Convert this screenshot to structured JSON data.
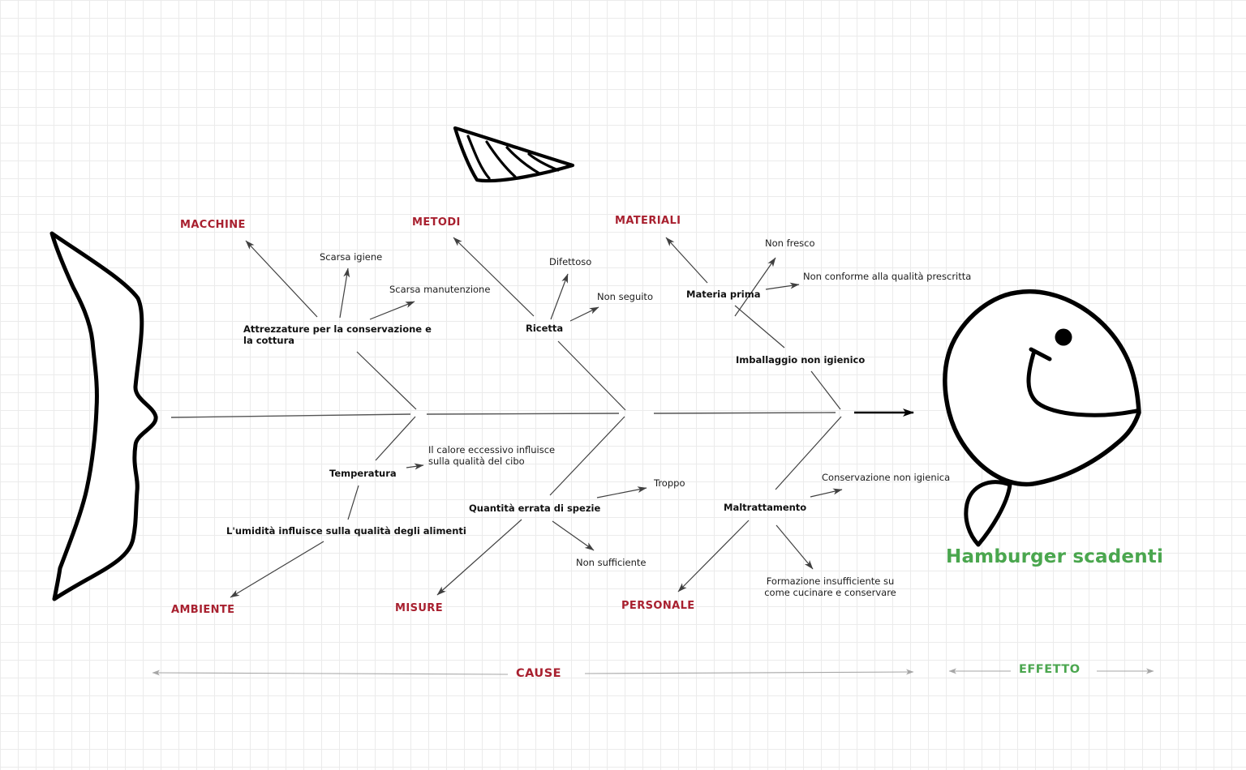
{
  "diagram": {
    "type": "fishbone",
    "effect": {
      "title": "Hamburger scadenti"
    },
    "axis": {
      "cause": "CAUSE",
      "effect": "EFFETTO"
    },
    "top_branches": [
      {
        "category": "MACCHINE",
        "causes": [
          "Attrezzature per la conservazione e la cottura"
        ],
        "subs": [
          "Scarsa igiene",
          "Scarsa manutenzione"
        ]
      },
      {
        "category": "METODI",
        "causes": [
          "Ricetta"
        ],
        "subs": [
          "Difettoso",
          "Non seguito"
        ]
      },
      {
        "category": "MATERIALI",
        "causes": [
          "Materia prima",
          "Imballaggio non igienico"
        ],
        "subs": [
          "Non fresco",
          "Non conforme alla qualità prescritta"
        ]
      }
    ],
    "bottom_branches": [
      {
        "category": "AMBIENTE",
        "causes": [
          "Temperatura",
          "L'umidità influisce sulla qualità degli alimenti"
        ],
        "subs": [
          "Il calore eccessivo influisce sulla qualità del cibo"
        ]
      },
      {
        "category": "MISURE",
        "causes": [
          "Quantità errata di spezie"
        ],
        "subs": [
          "Troppo",
          "Non sufficiente"
        ]
      },
      {
        "category": "PERSONALE",
        "causes": [
          "Maltrattamento"
        ],
        "subs": [
          "Conservazione non igienica",
          "Formazione insufficiente su come cucinare e conservare"
        ]
      }
    ]
  },
  "colors": {
    "category_red": "#a8202f",
    "effect_green": "#4aa64e",
    "line_dark": "#404040",
    "axis_gray": "#a6a6a6",
    "fish_black": "#000000",
    "grid": "#ebebeb"
  }
}
